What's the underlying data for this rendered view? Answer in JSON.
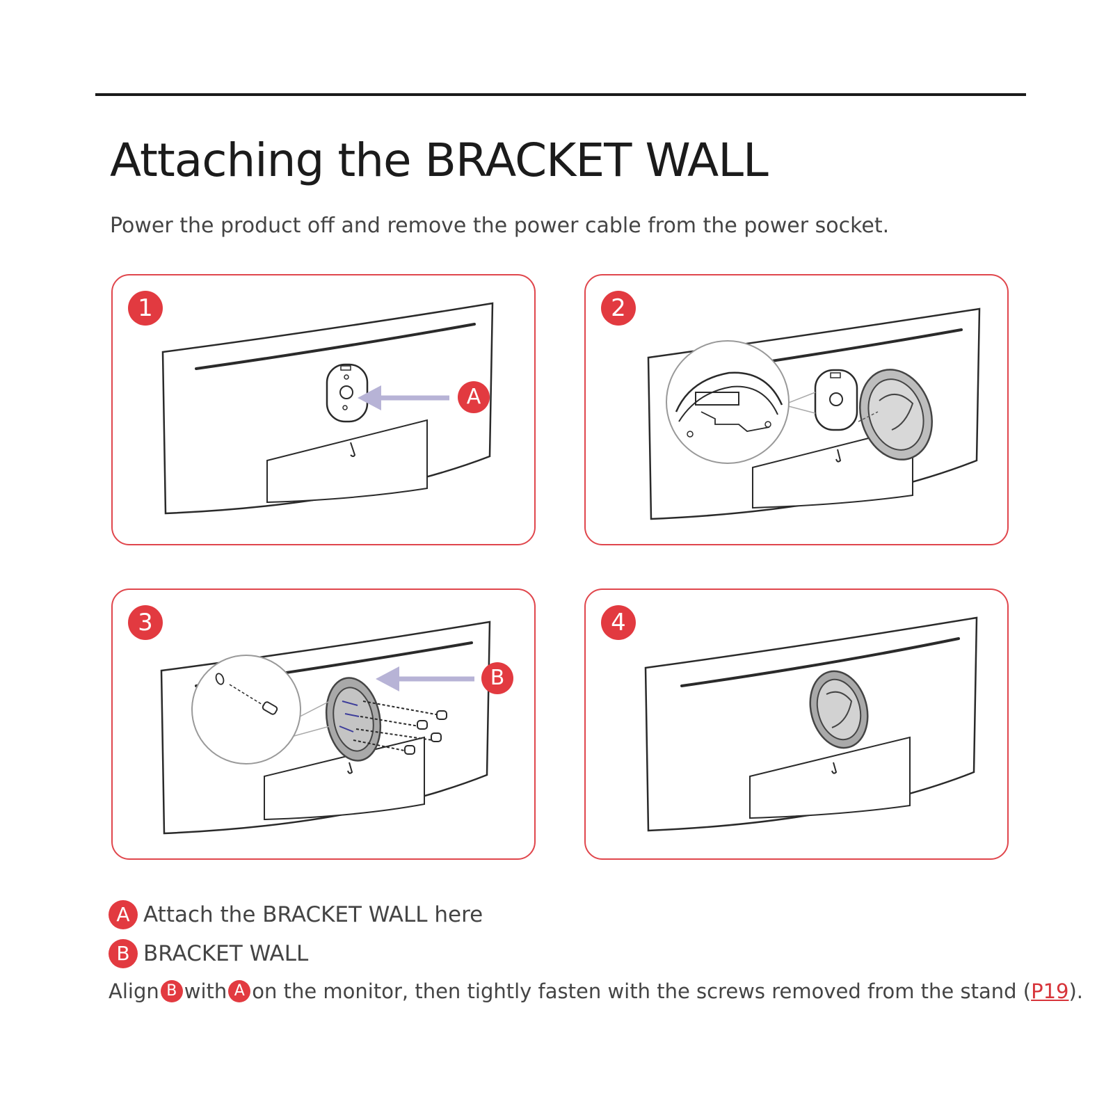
{
  "page": {
    "title": "Attaching the BRACKET WALL",
    "intro": "Power the product off and remove the power cable from the power socket."
  },
  "steps": [
    {
      "number": "1",
      "callout": "A"
    },
    {
      "number": "2"
    },
    {
      "number": "3",
      "callout": "B"
    },
    {
      "number": "4"
    }
  ],
  "legend": {
    "a_badge": "A",
    "a_text": "Attach the BRACKET WALL here",
    "b_badge": "B",
    "b_text": "BRACKET WALL",
    "instruction": {
      "prefix": "Align",
      "badge_b": "B",
      "with": "with",
      "badge_a": "A",
      "middle": "on the monitor, then tightly fasten with the screws removed from the stand (",
      "link": "P19",
      "suffix": ")."
    }
  },
  "colors": {
    "accent": "#e23a40",
    "panel_border": "#e0464c",
    "arrow": "#b7b3d6",
    "line_art": "#2a2a2a"
  },
  "icons": [
    "monitor-back-illustration",
    "bracket-plate-illustration",
    "screw-icon",
    "arrow-icon"
  ]
}
